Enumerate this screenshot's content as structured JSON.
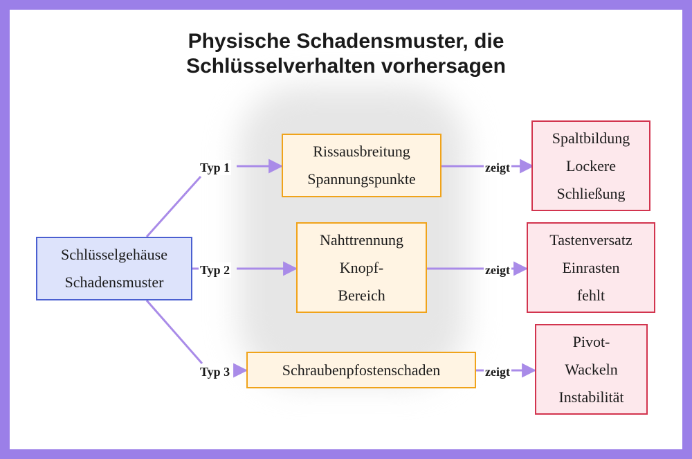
{
  "title": {
    "line1": "Physische Schadensmuster, die",
    "line2": "Schlüsselverhalten vorhersagen"
  },
  "colors": {
    "frame": "#9b7fe8",
    "edge": "#a98be8",
    "root_fill": "#dde3fb",
    "root_border": "#4a5fd0",
    "mid_fill": "#fff4e3",
    "mid_border": "#f0a31a",
    "leaf_fill": "#fde8ec",
    "leaf_border": "#d2344e"
  },
  "root": {
    "lines": [
      "Schlüsselgehäuse",
      "Schadensmuster"
    ]
  },
  "branches": [
    {
      "edge_label": "Typ 1",
      "pattern": [
        "Rissausbreitung",
        "Spannungspunkte"
      ],
      "link_label": "zeigt",
      "behavior": [
        "Spaltbildung",
        "Lockere",
        "Schließung"
      ]
    },
    {
      "edge_label": "Typ 2",
      "pattern": [
        "Nahttrennung",
        "Knopf-",
        "Bereich"
      ],
      "link_label": "zeigt",
      "behavior": [
        "Tastenversatz",
        "Einrasten",
        "fehlt"
      ]
    },
    {
      "edge_label": "Typ 3",
      "pattern": [
        "Schraubenpfostenschaden"
      ],
      "link_label": "zeigt",
      "behavior": [
        "Pivot-",
        "Wackeln",
        "Instabilität"
      ]
    }
  ]
}
